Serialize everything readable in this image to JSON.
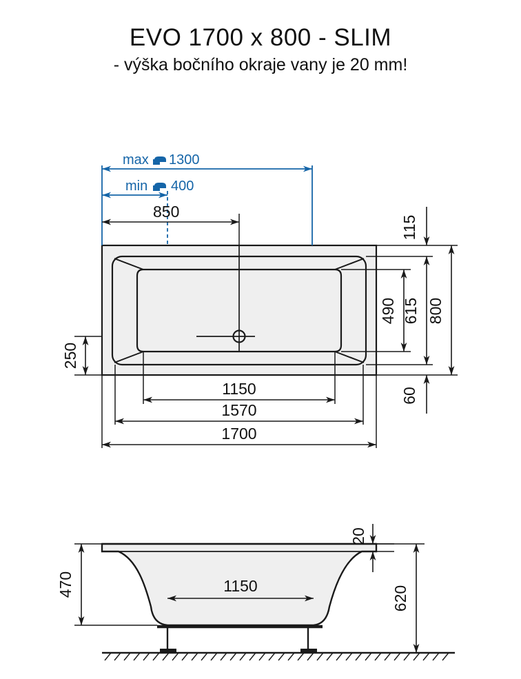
{
  "title": {
    "main": "EVO 1700 x 800 - SLIM",
    "sub": "- výška bočního okraje vany je 20 mm!"
  },
  "colors": {
    "line": "#1a1a1a",
    "blue": "#1565a8",
    "fill": "#efefef",
    "background": "#ffffff"
  },
  "plan_view": {
    "dimensions": {
      "max_tap": {
        "prefix": "max",
        "icon": "faucet-icon",
        "value": "1300"
      },
      "min_tap": {
        "prefix": "min",
        "icon": "faucet-icon",
        "value": "400"
      },
      "drain_offset": "850",
      "inner_length": "1150",
      "rim_length": "1570",
      "total_length": "1700",
      "top_rim": "115",
      "inner_width": "490",
      "rim_width": "615",
      "total_width": "800",
      "bottom_rim": "60",
      "drain_from_side": "250"
    }
  },
  "section_view": {
    "dimensions": {
      "rim_height": "470",
      "inner_bottom_length": "1150",
      "total_height": "620",
      "rim_thickness": "20"
    }
  }
}
